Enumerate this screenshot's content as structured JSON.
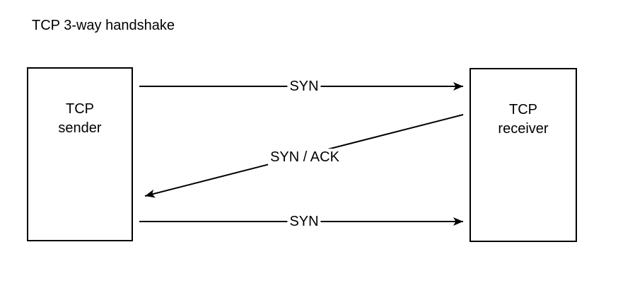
{
  "diagram": {
    "title": "TCP 3-way handshake",
    "nodes": [
      {
        "id": "tcp-sender",
        "line1": "TCP",
        "line2": "sender"
      },
      {
        "id": "tcp-receiver",
        "line1": "TCP",
        "line2": "receiver"
      }
    ],
    "messages": [
      {
        "label": "SYN",
        "from": "tcp-sender",
        "to": "tcp-receiver"
      },
      {
        "label": "SYN / ACK",
        "from": "tcp-receiver",
        "to": "tcp-sender"
      },
      {
        "label": "SYN",
        "from": "tcp-sender",
        "to": "tcp-receiver"
      }
    ],
    "colors": {
      "stroke": "#000000",
      "text": "#000000",
      "background": "#ffffff"
    }
  }
}
